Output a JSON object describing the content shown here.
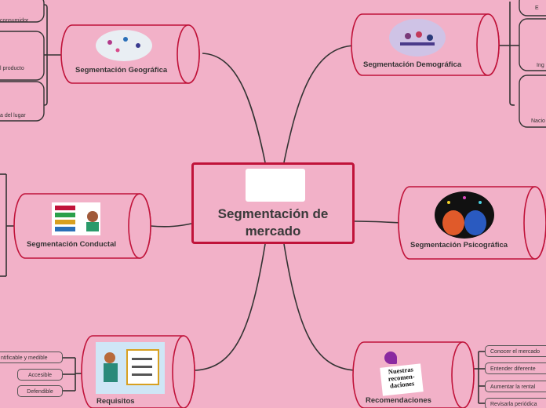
{
  "center": {
    "title": "Segmentación  de\nmercado"
  },
  "nodes": {
    "geografica": {
      "label": "Segmentación Geográfica"
    },
    "demografica": {
      "label": "Segmentación Demográfica"
    },
    "conductal": {
      "label": "Segmentación Conductal"
    },
    "psicografica": {
      "label": "Segmentación Psicográfica"
    },
    "requisitos": {
      "label": "Requisitos"
    },
    "recomendaciones": {
      "label": "Recomendaciones"
    }
  },
  "geo_children": [
    "consumidor",
    "l producto",
    "a del lugar"
  ],
  "demo_children": [
    "E",
    "Ing",
    "Nacio"
  ],
  "requisitos_children": [
    "ntificable y medible",
    "Accesible",
    "Defendible"
  ],
  "recom_children": [
    "Conocer el mercado",
    "Entender diferente",
    "Aumentar la rental",
    "Revisarla periódica"
  ],
  "recom_image_text": "Nuestras\nrecomen-\ndaciones"
}
